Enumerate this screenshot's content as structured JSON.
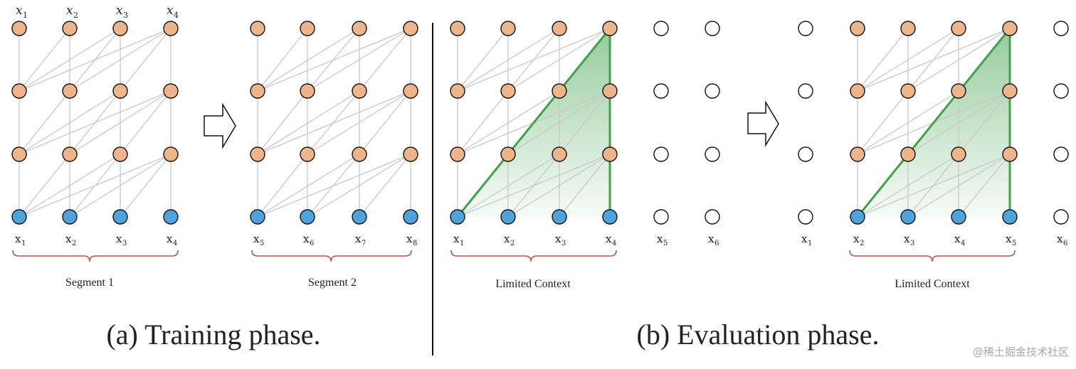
{
  "colors": {
    "hidden": "#EFB58A",
    "input": "#4FA3DD",
    "empty": "#FFFFFF",
    "edge": "#C8C8C8",
    "stroke": "#111111",
    "bracket": "#C0504D",
    "context": "#3FA14A"
  },
  "top_labels": {
    "x1": "x",
    "s1": "1",
    "x2": "x",
    "s2": "2",
    "x3": "x",
    "s3": "3",
    "x4": "x",
    "s4": "4"
  },
  "segment1": {
    "labels": [
      "x",
      "x",
      "x",
      "x"
    ],
    "subs": [
      "1",
      "2",
      "3",
      "4"
    ],
    "name": "Segment 1"
  },
  "segment2": {
    "labels": [
      "x",
      "x",
      "x",
      "x"
    ],
    "subs": [
      "5",
      "6",
      "7",
      "8"
    ],
    "name": "Segment 2"
  },
  "eval1": {
    "labels": [
      "x",
      "x",
      "x",
      "x",
      "x",
      "x"
    ],
    "subs": [
      "1",
      "2",
      "3",
      "4",
      "5",
      "6"
    ],
    "name": "Limited Context"
  },
  "eval2": {
    "labels": [
      "x",
      "x",
      "x",
      "x",
      "x",
      "x"
    ],
    "subs": [
      "1",
      "2",
      "3",
      "4",
      "5",
      "6"
    ],
    "name": "Limited Context"
  },
  "captions": {
    "training": "(a) Training phase.",
    "evaluation": "(b) Evaluation phase."
  },
  "watermark": "@稀土掘金技术社区"
}
